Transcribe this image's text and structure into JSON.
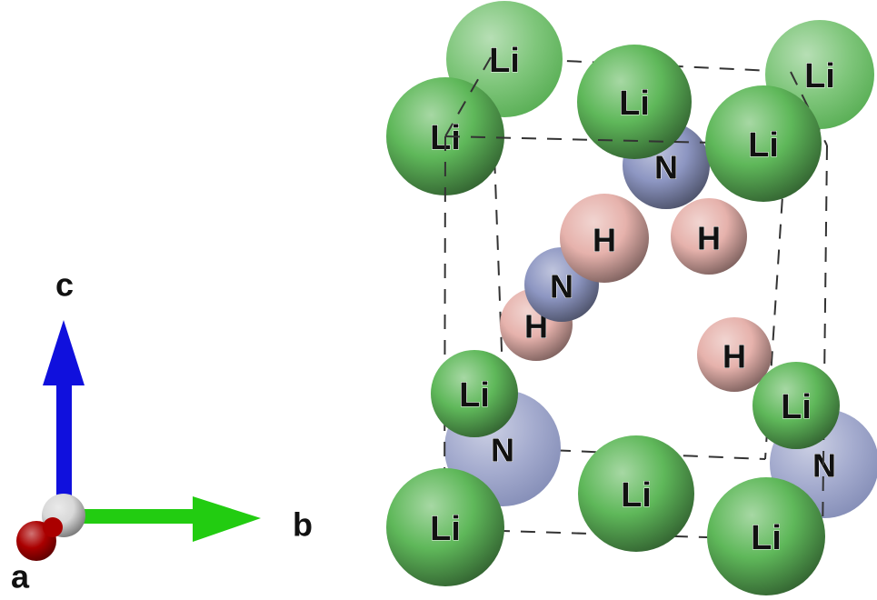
{
  "title": "",
  "axes": {
    "c": {
      "label": "c",
      "color": "#1010dd"
    },
    "b": {
      "label": "b",
      "color": "#22cc11"
    },
    "a": {
      "label": "a",
      "color": "#aa0000"
    },
    "origin_color": "#d8d8d8"
  },
  "elements": {
    "Li": {
      "label": "Li",
      "color": "#5fb85a"
    },
    "N": {
      "label": "N",
      "color": "#8d96c2"
    },
    "H": {
      "label": "H",
      "color": "#e6b2ac"
    }
  },
  "unit_cell": {
    "line_color": "#333333"
  },
  "atoms": [
    "Li",
    "Li",
    "Li",
    "Li",
    "N",
    "H",
    "H",
    "N",
    "H",
    "H",
    "N",
    "N",
    "Li",
    "Li",
    "Li",
    "Li",
    "Li",
    "Li",
    "Li"
  ]
}
